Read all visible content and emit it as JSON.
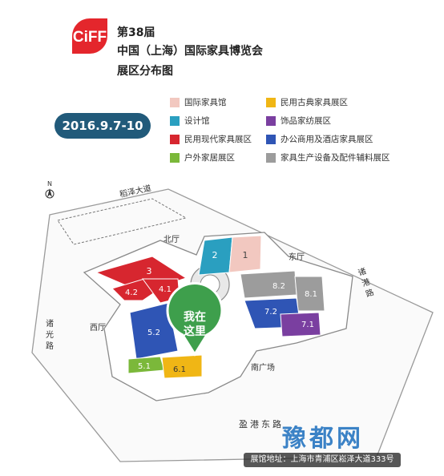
{
  "logo": {
    "text": "CiFF",
    "color": "#e4262c"
  },
  "header": {
    "line1": "第38届",
    "line2": "中国（上海）国际家具博览会",
    "line3": "展区分布图"
  },
  "date": "2016.9.7-10",
  "legend": [
    {
      "label": "国际家具馆",
      "color": "#f2c8c0"
    },
    {
      "label": "设计馆",
      "color": "#2a9fc0"
    },
    {
      "label": "民用现代家具展区",
      "color": "#d7262f"
    },
    {
      "label": "户外家居展区",
      "color": "#7bb83a"
    },
    {
      "label": "民用古典家具展区",
      "color": "#f0b615"
    },
    {
      "label": "饰品家纺展区",
      "color": "#7a3fa0"
    },
    {
      "label": "办公商用及酒店家具展区",
      "color": "#2f55b5"
    },
    {
      "label": "家具生产设备及配件辅料展区",
      "color": "#9c9c9c"
    }
  ],
  "map": {
    "roads": {
      "north": "稻泽大道",
      "east": "诸港路",
      "west": "诸光路",
      "south": "盈港东路"
    },
    "halls_directions": {
      "north": "北厅",
      "east": "东厅",
      "west": "西厅",
      "south": "南广场"
    },
    "compass": "N",
    "halls": [
      "1",
      "2",
      "3",
      "4.2",
      "4.1",
      "5.2",
      "5.1",
      "6.1",
      "7.2",
      "7.1",
      "8.2",
      "8.1"
    ],
    "marker": [
      "我在",
      "这里"
    ],
    "marker_color": "#3e9f4c"
  },
  "watermark": "豫都网",
  "address": "展馆地址：上海市青浦区崧泽大道333号"
}
